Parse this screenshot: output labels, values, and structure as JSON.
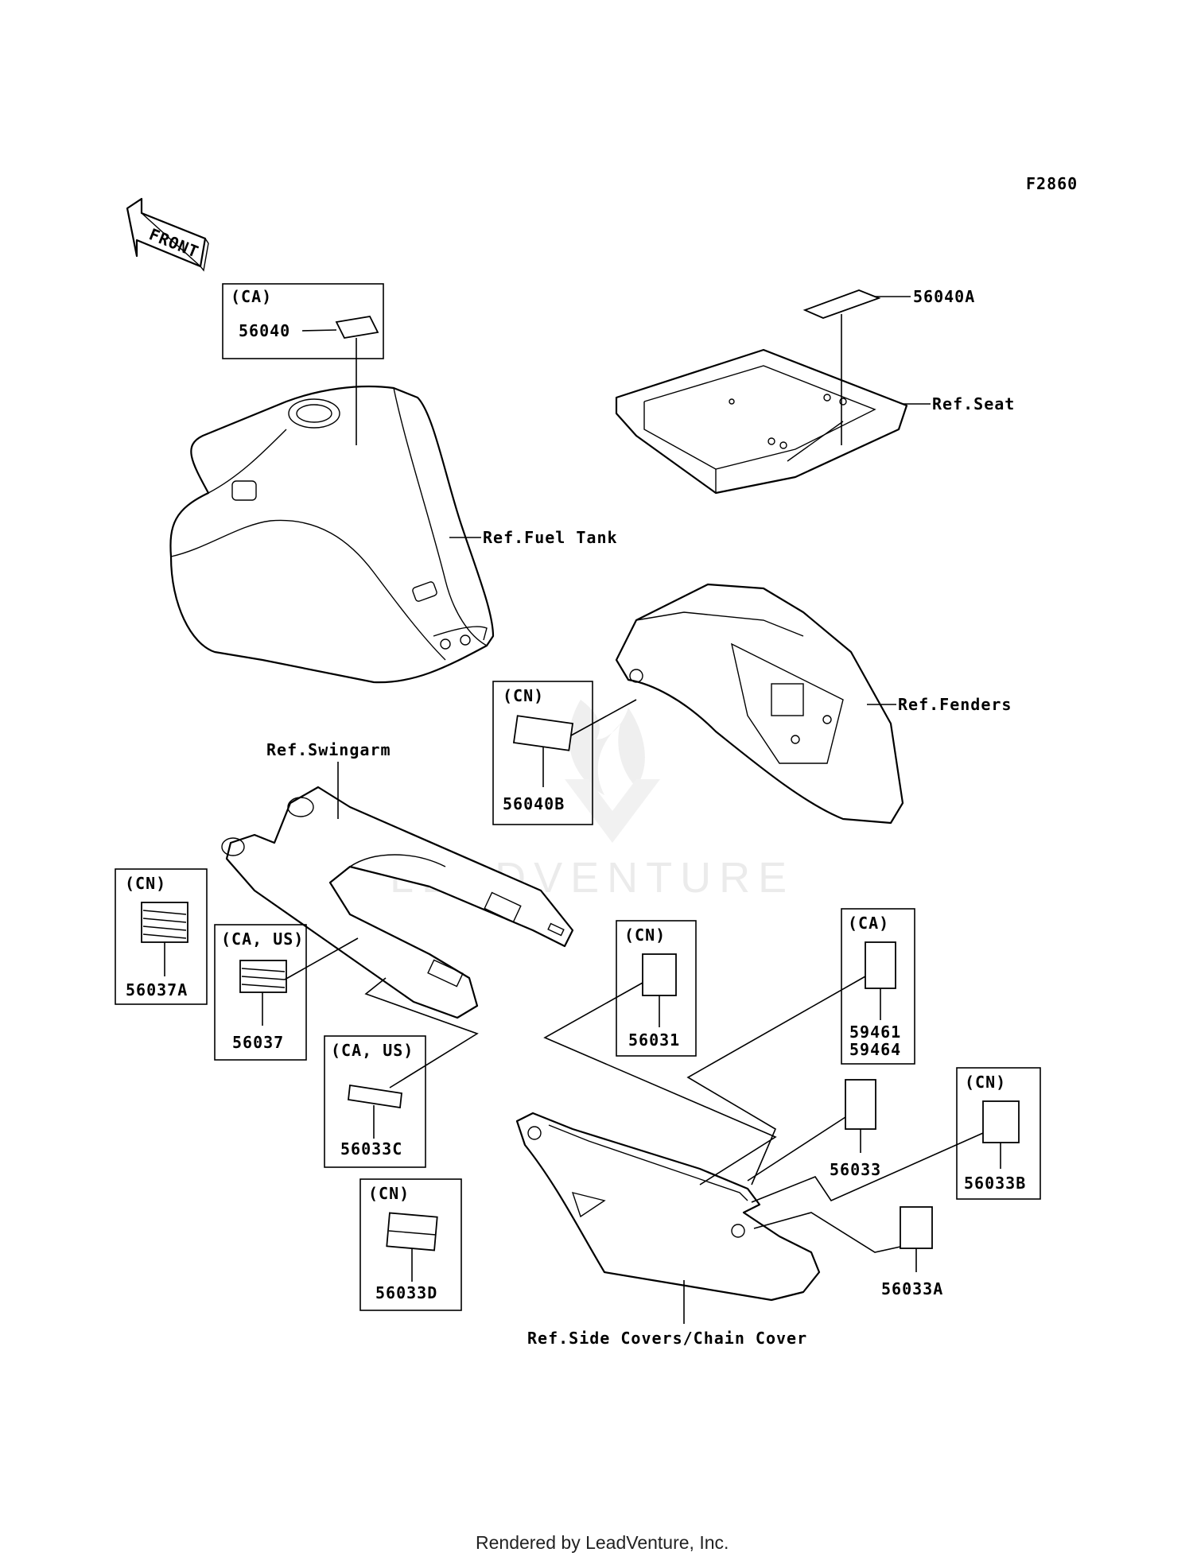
{
  "figure_id": "F2860",
  "front_label": "FRONT",
  "watermark": "LEADVENTURE",
  "footer": "Rendered by LeadVenture, Inc.",
  "refs": {
    "fuel_tank": "Ref.Fuel Tank",
    "seat": "Ref.Seat",
    "fenders": "Ref.Fenders",
    "swingarm": "Ref.Swingarm",
    "side_covers": "Ref.Side Covers/Chain Cover"
  },
  "callouts": {
    "p56040": {
      "region": "(CA)",
      "part": "56040"
    },
    "p56040A": {
      "part": "56040A"
    },
    "p56040B": {
      "region": "(CN)",
      "part": "56040B"
    },
    "p56037A": {
      "region": "(CN)",
      "part": "56037A"
    },
    "p56037": {
      "region": "(CA, US)",
      "part": "56037"
    },
    "p56033C": {
      "region": "(CA, US)",
      "part": "56033C"
    },
    "p56033D": {
      "region": "(CN)",
      "part": "56033D"
    },
    "p56031": {
      "region": "(CN)",
      "part": "56031"
    },
    "p5946x": {
      "region": "(CA)",
      "part_a": "59461",
      "part_b": "59464"
    },
    "p56033": {
      "part": "56033"
    },
    "p56033B": {
      "region": "(CN)",
      "part": "56033B"
    },
    "p56033A": {
      "part": "56033A"
    }
  }
}
